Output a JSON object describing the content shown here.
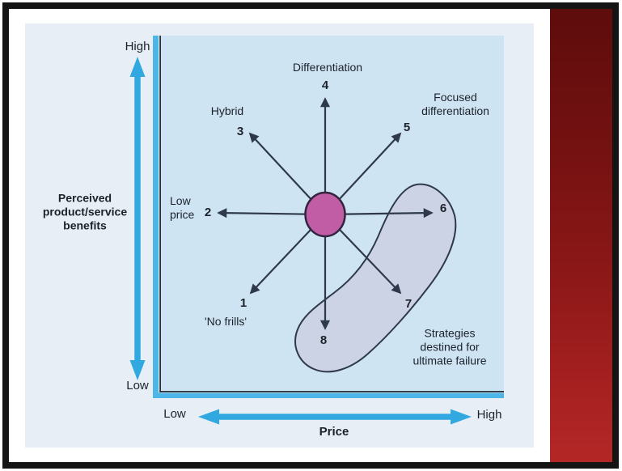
{
  "figure": {
    "name": "strategy-clock",
    "axes": {
      "y": {
        "high": "High",
        "low": "Low",
        "label_lines": [
          "Perceived",
          "product/service",
          "benefits"
        ]
      },
      "x": {
        "low": "Low",
        "high": "High",
        "label": "Price"
      }
    },
    "clock": {
      "positions": [
        {
          "num": "1",
          "label": "'No frills'"
        },
        {
          "num": "2",
          "label_lines": [
            "Low",
            "price"
          ]
        },
        {
          "num": "3",
          "label": "Hybrid"
        },
        {
          "num": "4",
          "label": "Differentiation"
        },
        {
          "num": "5",
          "label_lines": [
            "Focused",
            "differentiation"
          ]
        },
        {
          "num": "6",
          "label": ""
        },
        {
          "num": "7",
          "label": ""
        },
        {
          "num": "8",
          "label": ""
        }
      ],
      "failure_zone_lines": [
        "Strategies",
        "destined for",
        "ultimate failure"
      ]
    },
    "colors": {
      "panel_bg": "#e8eef5",
      "plot_bg": "#cfe4f3",
      "accent_cyan": "#31a9e0",
      "arrow_dark": "#2e3a4c",
      "circle_fill": "#c05da4",
      "circle_stroke": "#33243f",
      "blob_fill": "#ccd3e5",
      "blob_stroke": "#2e3a4c",
      "red_strip_top": "#5e0c0c",
      "red_strip_bottom": "#b42727",
      "frame_border": "#141414"
    }
  }
}
